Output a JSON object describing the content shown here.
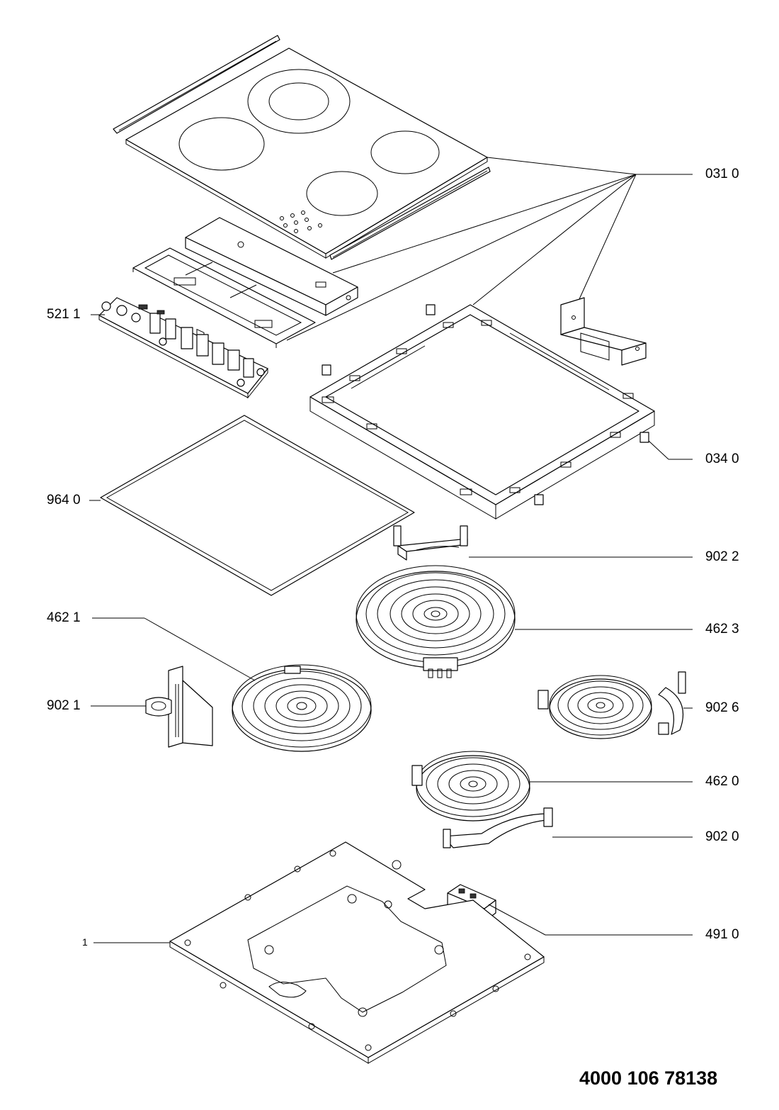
{
  "callouts": {
    "p0310": "031 0",
    "p5211": "521 1",
    "p0340": "034 0",
    "p9640": "964 0",
    "p9022": "902 2",
    "p4621": "462 1",
    "p4623": "462 3",
    "p9021": "902 1",
    "p9026": "902 6",
    "p4620": "462 0",
    "p9020": "902 0",
    "p4910": "491 0",
    "p1": "1"
  },
  "document_number": "4000 106 78138"
}
